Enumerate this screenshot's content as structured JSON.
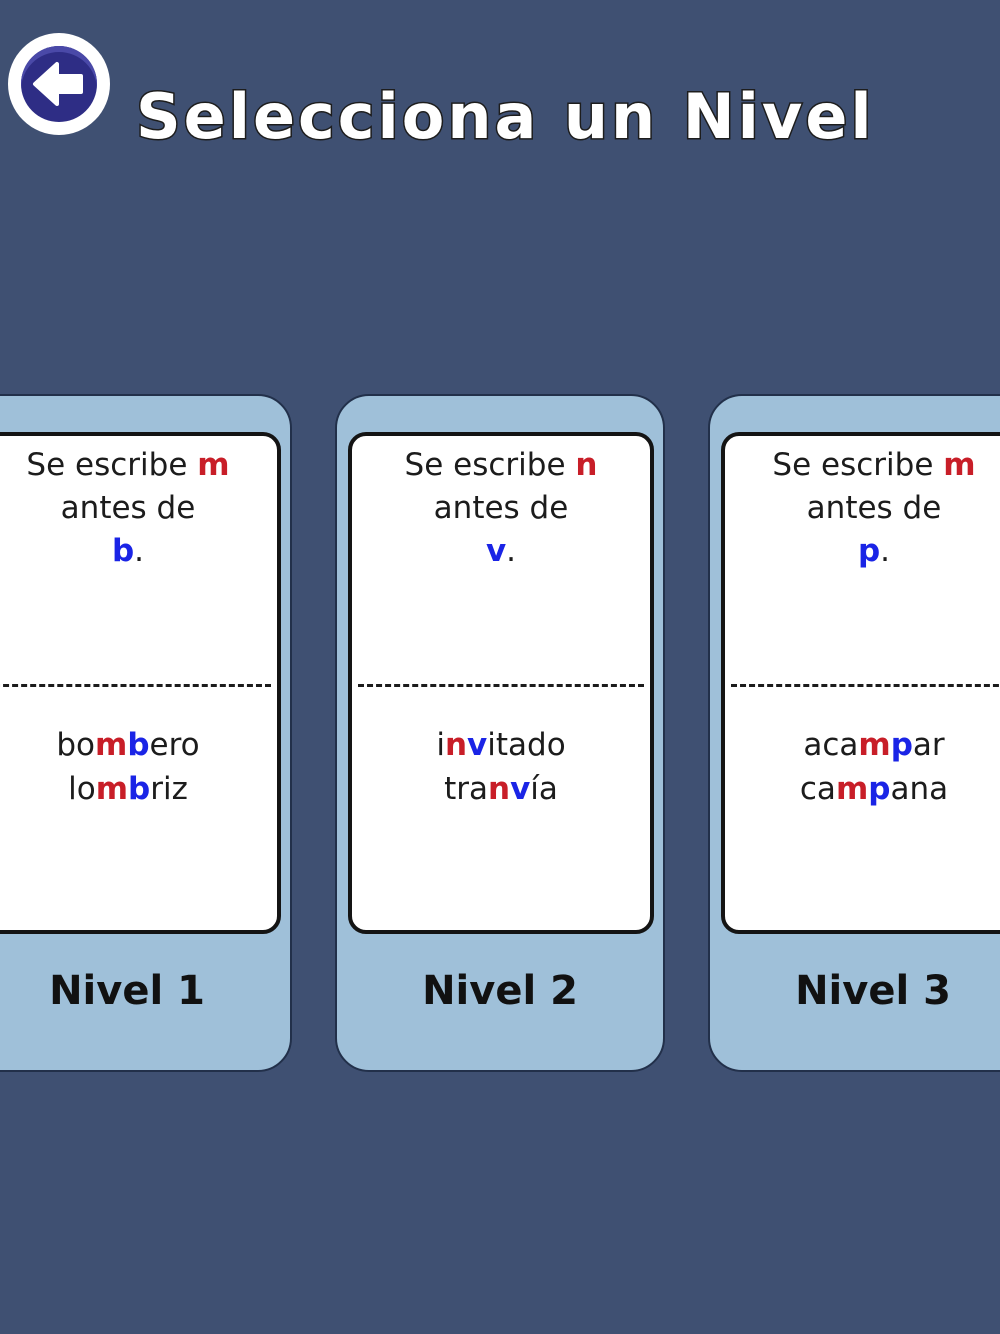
{
  "header": {
    "title": "Selecciona un Nivel",
    "back_icon": "arrow-left-icon"
  },
  "colors": {
    "background": "#3f5072",
    "card": "#9fc0d9",
    "highlight_red": "#c81e28",
    "highlight_blue": "#1a24e6"
  },
  "levels": [
    {
      "rule": {
        "prefix": "Se escribe ",
        "letter": "m",
        "middle": "antes de",
        "target": "b",
        "dot": "."
      },
      "words": [
        {
          "pre": "bo",
          "a": "m",
          "b": "b",
          "post": "ero"
        },
        {
          "pre": "lo",
          "a": "m",
          "b": "b",
          "post": "riz"
        }
      ],
      "label": "Nivel 1"
    },
    {
      "rule": {
        "prefix": "Se escribe ",
        "letter": "n",
        "middle": "antes de",
        "target": "v",
        "dot": "."
      },
      "words": [
        {
          "pre": "i",
          "a": "n",
          "b": "v",
          "post": "itado"
        },
        {
          "pre": "tra",
          "a": "n",
          "b": "v",
          "post": "ía"
        }
      ],
      "label": "Nivel 2"
    },
    {
      "rule": {
        "prefix": "Se escribe ",
        "letter": "m",
        "middle": "antes de",
        "target": "p",
        "dot": "."
      },
      "words": [
        {
          "pre": "aca",
          "a": "m",
          "b": "p",
          "post": "ar"
        },
        {
          "pre": "ca",
          "a": "m",
          "b": "p",
          "post": "ana"
        }
      ],
      "label": "Nivel 3"
    }
  ]
}
